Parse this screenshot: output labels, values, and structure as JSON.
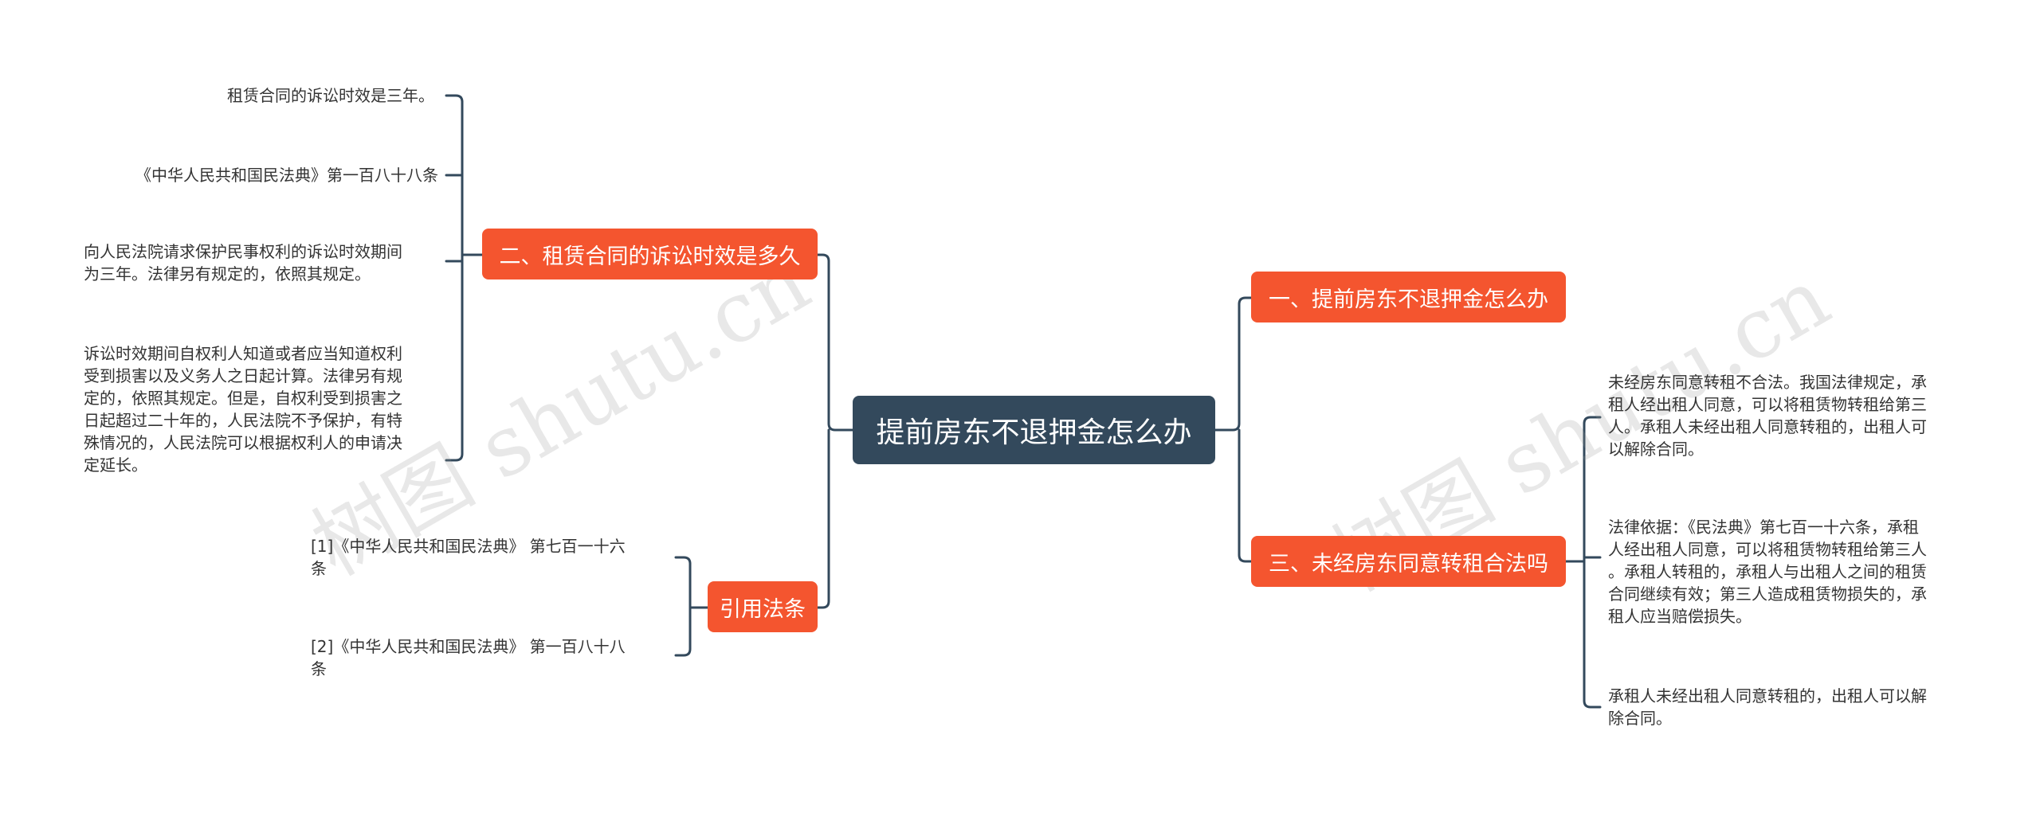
{
  "root": {
    "label": "提前房东不退押金怎么办"
  },
  "left": {
    "branch_2": {
      "label": "二、租赁合同的诉讼时效是多久",
      "leaves": [
        "租赁合同的诉讼时效是三年。",
        "《中华人民共和国民法典》第一百八十八条",
        "向人民法院请求保护民事权利的诉讼时效期间\n为三年。法律另有规定的，依照其规定。",
        "诉讼时效期间自权利人知道或者应当知道权利\n受到损害以及义务人之日起计算。法律另有规\n定的，依照其规定。但是，自权利受到损害之\n日起超过二十年的，人民法院不予保护，有特\n殊情况的，人民法院可以根据权利人的申请决\n定延长。"
      ]
    },
    "citations": {
      "label": "引用法条",
      "leaves": [
        "[1]《中华人民共和国民法典》 第七百一十六\n条",
        "[2]《中华人民共和国民法典》 第一百八十八\n条"
      ]
    }
  },
  "right": {
    "branch_1": {
      "label": "一、提前房东不退押金怎么办"
    },
    "branch_3": {
      "label": "三、未经房东同意转租合法吗",
      "leaves": [
        "未经房东同意转租不合法。我国法律规定，承\n租人经出租人同意，可以将租赁物转租给第三\n人。承租人未经出租人同意转租的，出租人可\n以解除合同。",
        "法律依据：《民法典》第七百一十六条，承租\n人经出租人同意，可以将租赁物转租给第三人\n。承租人转租的，承租人与出租人之间的租赁\n合同继续有效；第三人造成租赁物损失的，承\n租人应当赔偿损失。",
        "承租人未经出租人同意转租的，出租人可以解\n除合同。"
      ]
    }
  },
  "watermarks": [
    "树图 shutu.cn",
    "树图 shutu.cn"
  ],
  "colors": {
    "root": "#33495c",
    "branch": "#f4552f",
    "line": "#33495c"
  }
}
